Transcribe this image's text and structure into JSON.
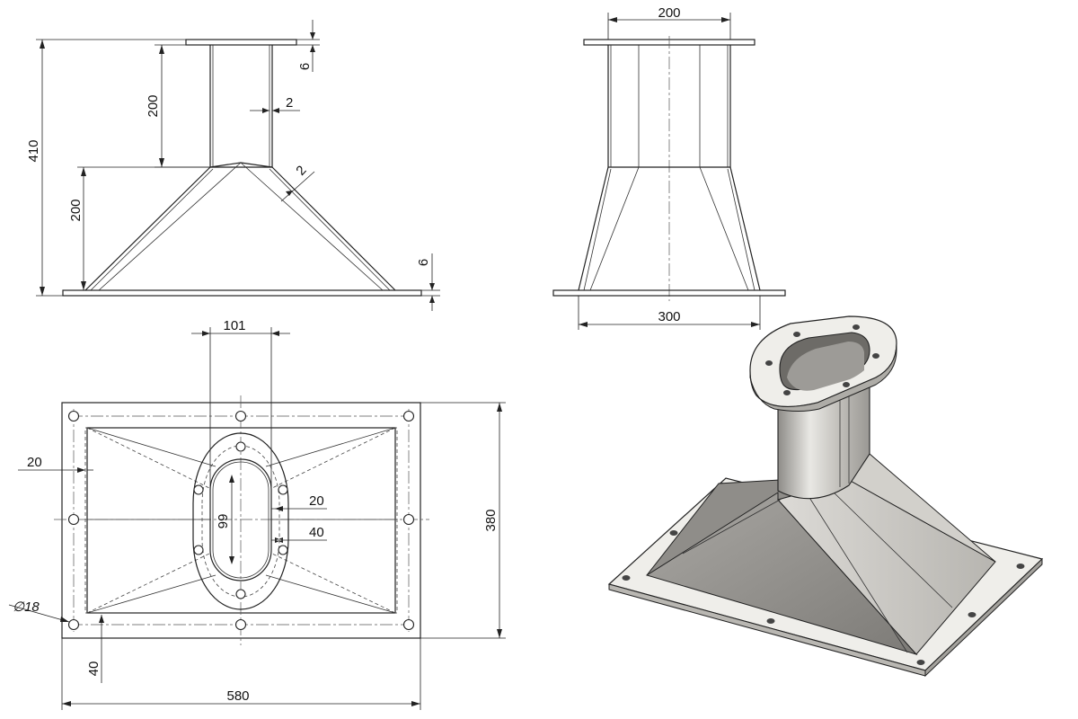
{
  "front_view": {
    "height_total": "410",
    "height_upper": "200",
    "height_lower": "200",
    "flange_top": "6",
    "flange_bottom": "6",
    "wall_neck": "2",
    "wall_cone": "2"
  },
  "side_view": {
    "top_width": "200",
    "bottom_width": "300"
  },
  "top_view": {
    "width": "580",
    "height": "380",
    "slot_width": "101",
    "slot_length": "99",
    "inner_offset": "20",
    "neck_offset": "20",
    "neck_hole_offset": "40",
    "edge_offset": "40",
    "hole_dia": "18",
    "hole_dia_symbol": "∅"
  },
  "iso_view": {
    "body_color": "#c8c6c2",
    "flange_color": "#efeeea"
  }
}
